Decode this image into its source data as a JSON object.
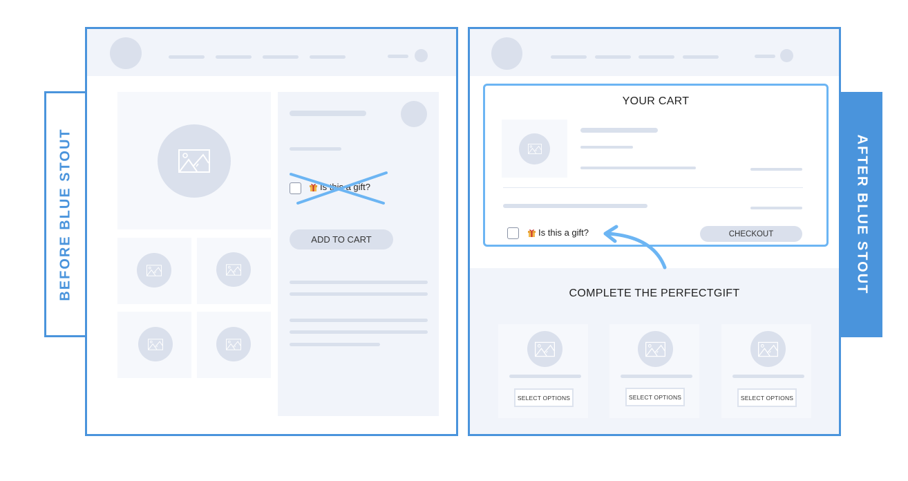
{
  "labels": {
    "before": "BEFORE  BLUE STOUT",
    "after": "AFTER  BLUE STOUT"
  },
  "colors": {
    "frame_blue": "#4a94dc",
    "highlight_blue": "#6cb5f3",
    "placeholder_gray": "#dae0ec",
    "panel_bg": "#f1f4fa",
    "tile_bg": "#f6f8fc"
  },
  "before": {
    "gift_checkbox": {
      "checked": false,
      "label": "Is this a gift?",
      "icon": "gift-icon",
      "crossed_out": true
    },
    "add_to_cart_label": "ADD TO CART",
    "thumbnails": 4,
    "main_image_icon": "image-placeholder-icon"
  },
  "after": {
    "cart": {
      "title": "YOUR CART",
      "gift_checkbox": {
        "checked": false,
        "label": "Is this a gift?",
        "icon": "gift-icon"
      },
      "checkout_label": "CHECKOUT"
    },
    "recommendations": {
      "title": "COMPLETE THE PERFECTGIFT",
      "items": [
        {
          "button_label": "SELECT OPTIONS"
        },
        {
          "button_label": "SELECT OPTIONS"
        },
        {
          "button_label": "SELECT OPTIONS"
        }
      ]
    },
    "annotation": "curved-arrow pointing to gift checkbox"
  }
}
